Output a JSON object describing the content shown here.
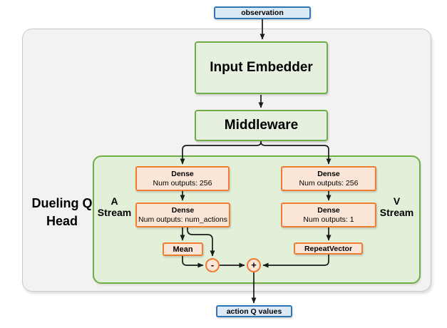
{
  "colors": {
    "blue-border": "#2E75B6",
    "blue-fill": "#DCE9F7",
    "green-border": "#70AD47",
    "green-fill": "#E5F1DE",
    "green-container-fill": "#E2EFD9",
    "orange-border": "#ED7D31",
    "orange-fill": "#FBE5D6",
    "gray-container-fill": "#F2F2F2",
    "gray-container-border": "#C9C9C9",
    "arrow": "#1A1A1A",
    "text": "#000000"
  },
  "nodes": {
    "observation": "observation",
    "input_embedder": "Input Embedder",
    "middleware": "Middleware",
    "dense_a1": {
      "title": "Dense",
      "subtitle": "Num outputs: 256"
    },
    "dense_a2": {
      "title": "Dense",
      "subtitle": "Num outputs: num_actions"
    },
    "dense_v1": {
      "title": "Dense",
      "subtitle": "Num outputs: 256"
    },
    "dense_v2": {
      "title": "Dense",
      "subtitle": "Num outputs: 1"
    },
    "mean": "Mean",
    "repeat_vector": "RepeatVector",
    "minus": "-",
    "plus": "+",
    "action_q_values": "action Q values"
  },
  "labels": {
    "dueling_head": {
      "line1": "Dueling Q",
      "line2": "Head"
    },
    "a_stream": {
      "line1": "A",
      "line2": "Stream"
    },
    "v_stream": {
      "line1": "V",
      "line2": "Stream"
    }
  }
}
